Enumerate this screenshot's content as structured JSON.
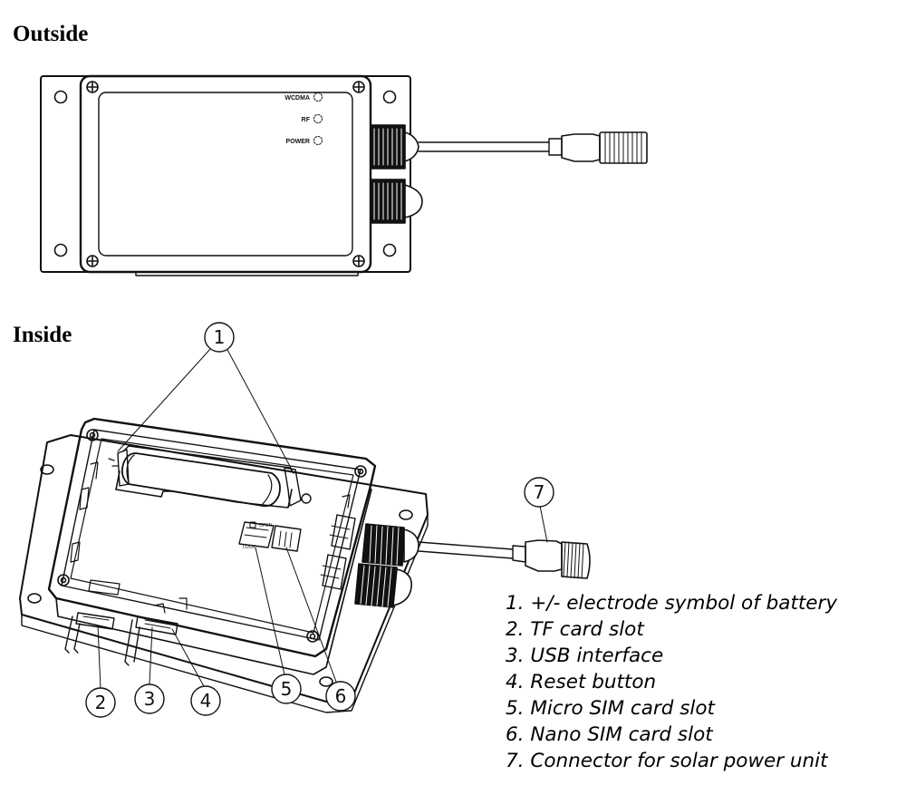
{
  "headings": {
    "outside": "Outside",
    "inside": "Inside"
  },
  "outside_view": {
    "led_labels": [
      "WCDMA",
      "RF",
      "POWER"
    ]
  },
  "inside_view": {
    "slot_labels": [
      "OPEN",
      "LOCK"
    ]
  },
  "callouts": [
    "1",
    "2",
    "3",
    "4",
    "5",
    "6",
    "7"
  ],
  "legend": [
    "1. +/- electrode symbol of battery",
    "2. TF card slot",
    "3. USB interface",
    "4. Reset button",
    "5. Micro SIM card slot",
    "6. Nano SIM card slot",
    "7. Connector for solar power unit"
  ]
}
